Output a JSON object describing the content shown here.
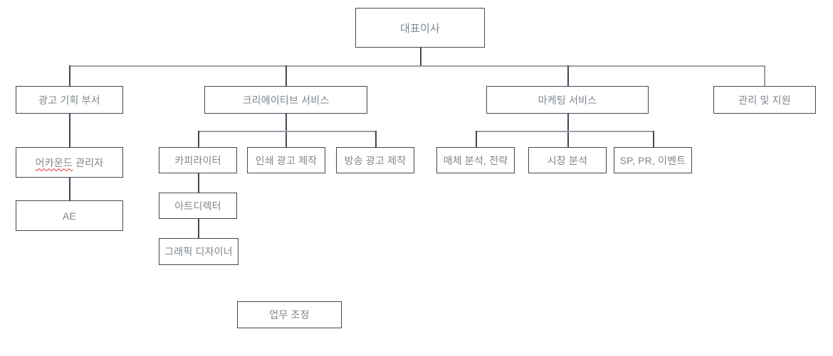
{
  "diagram": {
    "type": "org-chart",
    "language": "ko",
    "colors": {
      "background": "#ffffff",
      "box_border": "#3d4a55",
      "text": "#7e868e",
      "connector_vertical": "#3d4a55",
      "connector_horizontal": "#9aa0a5",
      "spellcheck_underline": "#e0262a"
    },
    "nodes": {
      "ceo": {
        "label": "대표이사"
      },
      "ad_planning": {
        "label": "광고 기획 부서"
      },
      "creative_services": {
        "label": "크리에이티브 서비스"
      },
      "marketing_services": {
        "label": "마케팅 서비스"
      },
      "management_support": {
        "label": "관리 및 지원"
      },
      "account_manager": {
        "label": "어카운드 관리자",
        "misspelled_word": "어카운드",
        "rest": " 관리자",
        "has_spellcheck_underline": true
      },
      "ae": {
        "label": "AE"
      },
      "copywriter": {
        "label": "카피라이터"
      },
      "print_ad_production": {
        "label": "인쇄 광고 제작"
      },
      "broadcast_ad_production": {
        "label": "방송 광고 제작"
      },
      "art_director": {
        "label": "아트디렉터"
      },
      "graphic_designer": {
        "label": "그래픽 디자이너"
      },
      "media_analysis_strategy": {
        "label": "매체 분석, 전략"
      },
      "market_analysis": {
        "label": "시장 분석"
      },
      "sp_pr_events": {
        "label": "SP, PR, 이벤트"
      },
      "work_coordination": {
        "label": "업무 조정",
        "connected": false
      }
    },
    "edges": [
      {
        "from": "ceo",
        "to": "ad_planning"
      },
      {
        "from": "ceo",
        "to": "creative_services"
      },
      {
        "from": "ceo",
        "to": "marketing_services"
      },
      {
        "from": "ceo",
        "to": "management_support"
      },
      {
        "from": "ad_planning",
        "to": "account_manager"
      },
      {
        "from": "account_manager",
        "to": "ae"
      },
      {
        "from": "creative_services",
        "to": "copywriter"
      },
      {
        "from": "creative_services",
        "to": "print_ad_production"
      },
      {
        "from": "creative_services",
        "to": "broadcast_ad_production"
      },
      {
        "from": "copywriter",
        "to": "art_director"
      },
      {
        "from": "art_director",
        "to": "graphic_designer"
      },
      {
        "from": "marketing_services",
        "to": "media_analysis_strategy"
      },
      {
        "from": "marketing_services",
        "to": "market_analysis"
      },
      {
        "from": "marketing_services",
        "to": "sp_pr_events"
      }
    ]
  }
}
